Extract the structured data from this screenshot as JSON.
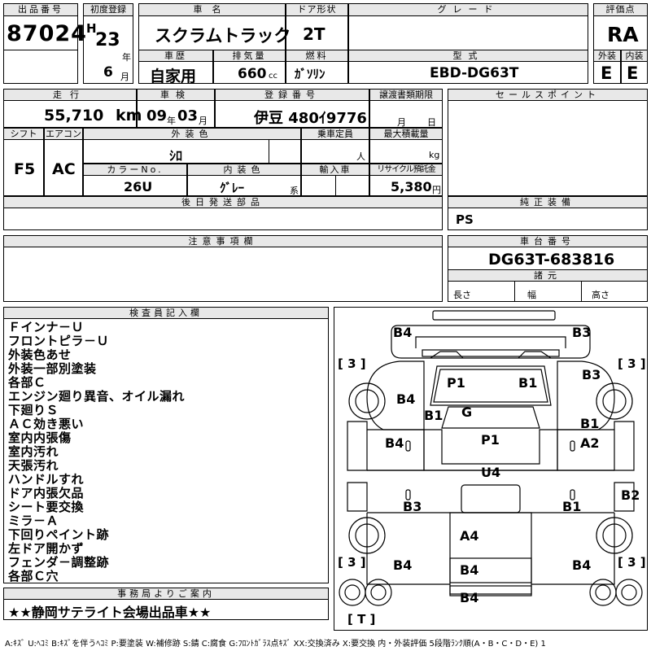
{
  "header": {
    "lot_no_label": "出品番号",
    "lot_no": "87024",
    "first_reg_label": "初度登録",
    "era": "H",
    "year": "23",
    "year_unit": "年",
    "month": "6",
    "month_unit": "月",
    "car_name_label": "車名",
    "car_name": "スクラムトラック",
    "door_label": "ドア形状",
    "door": "2T",
    "grade_label": "グレード",
    "grade": "",
    "score_label": "評価点",
    "score": "RA",
    "history_label": "車歴",
    "history": "自家用",
    "displacement_label": "排気量",
    "displacement": "660",
    "displacement_unit": "cc",
    "fuel_label": "燃料",
    "fuel": "ｶﾞｿﾘﾝ",
    "model_label": "型式",
    "model": "EBD-DG63T",
    "exterior_label": "外装",
    "exterior": "E",
    "interior_label": "内装",
    "interior": "E"
  },
  "row2": {
    "mileage_label": "走行",
    "mileage": "55,710",
    "mileage_unit": "km",
    "inspection_label": "車検",
    "inspection_year": "09",
    "inspection_year_unit": "年",
    "inspection_month": "03",
    "inspection_month_unit": "月",
    "reg_no_label": "登録番号",
    "reg_no": "伊豆 480ｲ9776",
    "transfer_label": "譲渡書類期限",
    "transfer_month_unit": "月",
    "transfer_day_unit": "日",
    "shift_label": "シフト",
    "shift": "F5",
    "ac_label": "エアコン",
    "ac": "AC",
    "ext_color_label": "外装色",
    "ext_color": "ｼﾛ",
    "capacity_label": "乗車定員",
    "capacity_unit": "人",
    "max_load_label": "最大積載量",
    "max_load_unit": "kg",
    "color_no_label": "カラーNo.",
    "color_no": "26U",
    "int_color_label": "内装色",
    "int_color": "ｸﾞﾚｰ",
    "int_color_suffix": "系",
    "import_label": "輸入車",
    "recycle_label": "リサイクル預託金",
    "recycle": "5,380",
    "recycle_unit": "円",
    "later_parts_label": "後日発送部品",
    "sales_points_label": "セールスポイント",
    "genuine_label": "純正装備",
    "genuine": "PS"
  },
  "notes_label": "注意事項欄",
  "chassis": {
    "label": "車台番号",
    "value": "DG63T-683816",
    "dims_label": "諸元",
    "length_label": "長さ",
    "width_label": "幅",
    "height_label": "高さ"
  },
  "inspector": {
    "label": "検査員記入欄",
    "lines": [
      "Ｆインナ－Ｕ",
      "フロントピラ－Ｕ",
      "外装色あせ",
      "外装一部別塗装",
      "各部Ｃ",
      "エンジン廻り異音、オイル漏れ",
      "下廻りＳ",
      "ＡＣ効き悪い",
      "室内内張傷",
      "室内汚れ",
      "天張汚れ",
      "ハンドルすれ",
      "ドア内張欠品",
      "シート要交換",
      "ミラ－Ａ",
      "下回りペイント跡",
      "左ドア開かず",
      "フェンダ－調整跡",
      "各部Ｃ穴"
    ]
  },
  "office": {
    "label": "事務局よりご案内",
    "text": "★★静岡サテライト会場出品車★★"
  },
  "diagram": {
    "marks": [
      "B4",
      "B3",
      "P1",
      "B1",
      "B3",
      "B4",
      "B1",
      "G",
      "B1",
      "B4",
      "P1",
      "A2",
      "U4",
      "B3",
      "B1",
      "B2",
      "A4",
      "B4",
      "B4",
      "B4",
      "B4"
    ],
    "side_labels": [
      "[ 3 ]",
      "[ 3 ]",
      "[ 3 ]",
      "[ 3 ]",
      "[ T ]"
    ]
  },
  "legend": "A:ｷｽﾞ U:ﾍｺﾐ B:ｷｽﾞを伴うﾍｺﾐ P:要塗装 W:補修跡 S:錆 C:腐食 G:ﾌﾛﾝﾄｶﾞﾗｽ点ｷｽﾞ XX:交換済み X:要交換 内・外装評価 5段階ﾗﾝｸ順(A・B・C・D・E) 1"
}
